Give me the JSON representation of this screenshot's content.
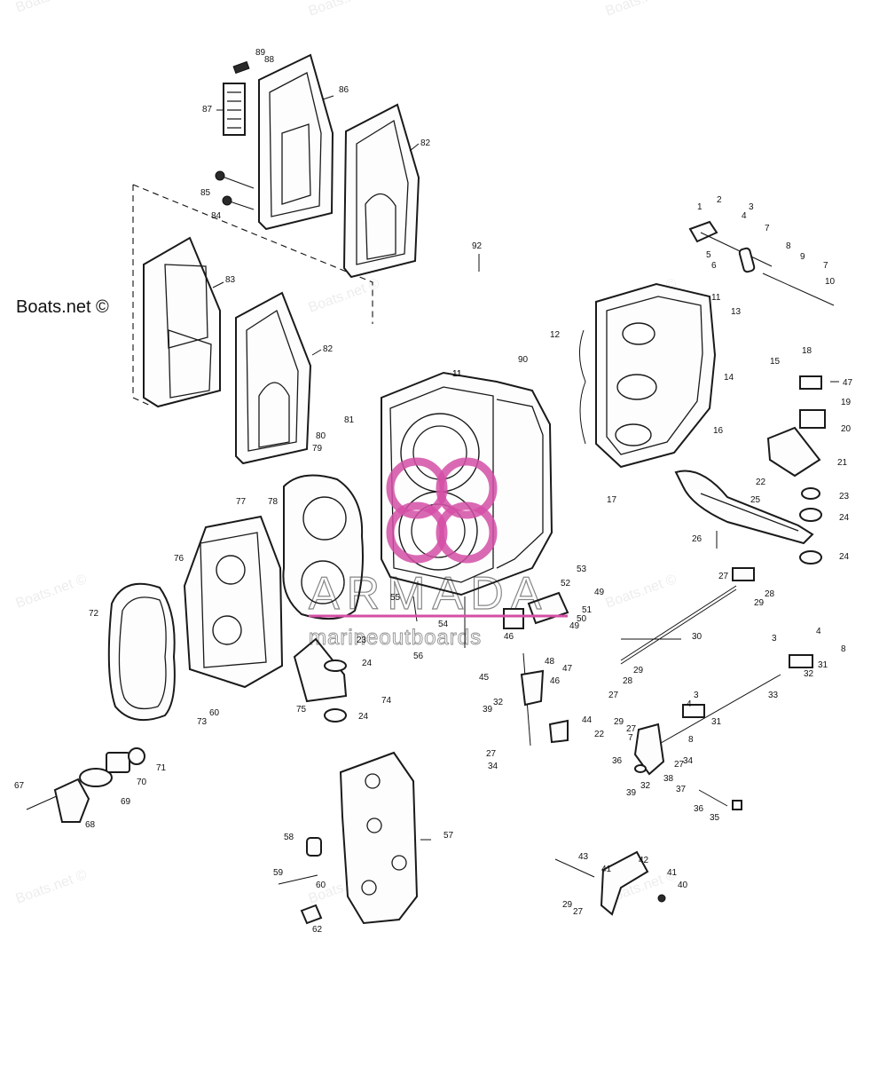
{
  "copyright": "Boats.net ©",
  "watermark": "Boats.net ©",
  "brand": {
    "name": "ARMADA",
    "tagline": "marineoutboards"
  },
  "colors": {
    "line": "#1a1a1a",
    "logo_pink": "#d44fa6",
    "background": "#ffffff"
  },
  "callouts": [
    {
      "id": "p1",
      "label": "1"
    },
    {
      "id": "p2",
      "label": "2"
    },
    {
      "id": "p3",
      "label": "3"
    },
    {
      "id": "p4",
      "label": "4"
    },
    {
      "id": "p5",
      "label": "5"
    },
    {
      "id": "p6",
      "label": "6"
    },
    {
      "id": "p7a",
      "label": "7"
    },
    {
      "id": "p7b",
      "label": "7"
    },
    {
      "id": "p8",
      "label": "8"
    },
    {
      "id": "p9",
      "label": "9"
    },
    {
      "id": "p10",
      "label": "10"
    },
    {
      "id": "p11a",
      "label": "11"
    },
    {
      "id": "p11b",
      "label": "11"
    },
    {
      "id": "p12",
      "label": "12"
    },
    {
      "id": "p13",
      "label": "13"
    },
    {
      "id": "p14",
      "label": "14"
    },
    {
      "id": "p15",
      "label": "15"
    },
    {
      "id": "p16",
      "label": "16"
    },
    {
      "id": "p17",
      "label": "17"
    },
    {
      "id": "p18",
      "label": "18"
    },
    {
      "id": "p19",
      "label": "19"
    },
    {
      "id": "p20",
      "label": "20"
    },
    {
      "id": "p21",
      "label": "21"
    },
    {
      "id": "p22a",
      "label": "22"
    },
    {
      "id": "p23a",
      "label": "23"
    },
    {
      "id": "p24a",
      "label": "24"
    },
    {
      "id": "p25",
      "label": "25"
    },
    {
      "id": "p26",
      "label": "26"
    },
    {
      "id": "p24b",
      "label": "24"
    },
    {
      "id": "p27a",
      "label": "27"
    },
    {
      "id": "p28a",
      "label": "28"
    },
    {
      "id": "p29a",
      "label": "29"
    },
    {
      "id": "p30",
      "label": "30"
    },
    {
      "id": "p29b",
      "label": "29"
    },
    {
      "id": "p28b",
      "label": "28"
    },
    {
      "id": "p27b",
      "label": "27"
    },
    {
      "id": "p3b",
      "label": "3"
    },
    {
      "id": "p4b",
      "label": "4"
    },
    {
      "id": "p31a",
      "label": "31"
    },
    {
      "id": "p32a",
      "label": "32"
    },
    {
      "id": "p8b",
      "label": "8"
    },
    {
      "id": "p33",
      "label": "33"
    },
    {
      "id": "p3c",
      "label": "3"
    },
    {
      "id": "p4c",
      "label": "4"
    },
    {
      "id": "p31b",
      "label": "31"
    },
    {
      "id": "p29c",
      "label": "29"
    },
    {
      "id": "p27c",
      "label": "27"
    },
    {
      "id": "p7c",
      "label": "7"
    },
    {
      "id": "p8c",
      "label": "8"
    },
    {
      "id": "p36a",
      "label": "36"
    },
    {
      "id": "p27d",
      "label": "27"
    },
    {
      "id": "p34a",
      "label": "34"
    },
    {
      "id": "p38",
      "label": "38"
    },
    {
      "id": "p39a",
      "label": "39"
    },
    {
      "id": "p32b",
      "label": "32"
    },
    {
      "id": "p37",
      "label": "37"
    },
    {
      "id": "p36b",
      "label": "36"
    },
    {
      "id": "p35",
      "label": "35"
    },
    {
      "id": "p43",
      "label": "43"
    },
    {
      "id": "p42",
      "label": "42"
    },
    {
      "id": "p41a",
      "label": "41"
    },
    {
      "id": "p41b",
      "label": "41"
    },
    {
      "id": "p40",
      "label": "40"
    },
    {
      "id": "p29d",
      "label": "29"
    },
    {
      "id": "p27e",
      "label": "27"
    },
    {
      "id": "p53",
      "label": "53"
    },
    {
      "id": "p52",
      "label": "52"
    },
    {
      "id": "p49a",
      "label": "49"
    },
    {
      "id": "p50",
      "label": "50"
    },
    {
      "id": "p51",
      "label": "51"
    },
    {
      "id": "p49b",
      "label": "49"
    },
    {
      "id": "p48",
      "label": "48"
    },
    {
      "id": "p47",
      "label": "47"
    },
    {
      "id": "p46a",
      "label": "46"
    },
    {
      "id": "p46b",
      "label": "46"
    },
    {
      "id": "p45",
      "label": "45"
    },
    {
      "id": "p32c",
      "label": "32"
    },
    {
      "id": "p39b",
      "label": "39"
    },
    {
      "id": "p44",
      "label": "44"
    },
    {
      "id": "p22b",
      "label": "22"
    },
    {
      "id": "p27f",
      "label": "27"
    },
    {
      "id": "p34b",
      "label": "34"
    },
    {
      "id": "p55",
      "label": "55"
    },
    {
      "id": "p54",
      "label": "54"
    },
    {
      "id": "p56",
      "label": "56"
    },
    {
      "id": "p23b",
      "label": "23"
    },
    {
      "id": "p24c",
      "label": "24"
    },
    {
      "id": "p75",
      "label": "75"
    },
    {
      "id": "p74",
      "label": "74"
    },
    {
      "id": "p24d",
      "label": "24"
    },
    {
      "id": "p77",
      "label": "77"
    },
    {
      "id": "p78",
      "label": "78"
    },
    {
      "id": "p76",
      "label": "76"
    },
    {
      "id": "p72",
      "label": "72"
    },
    {
      "id": "p73",
      "label": "73"
    },
    {
      "id": "p60a",
      "label": "60"
    },
    {
      "id": "p67",
      "label": "67"
    },
    {
      "id": "p68",
      "label": "68"
    },
    {
      "id": "p69",
      "label": "69"
    },
    {
      "id": "p70",
      "label": "70"
    },
    {
      "id": "p71",
      "label": "71"
    },
    {
      "id": "p58",
      "label": "58"
    },
    {
      "id": "p57",
      "label": "57"
    },
    {
      "id": "p59",
      "label": "59"
    },
    {
      "id": "p60b",
      "label": "60"
    },
    {
      "id": "p62",
      "label": "62"
    },
    {
      "id": "p89",
      "label": "89"
    },
    {
      "id": "p88",
      "label": "88"
    },
    {
      "id": "p87",
      "label": "87"
    },
    {
      "id": "p86",
      "label": "86"
    },
    {
      "id": "p82a",
      "label": "82"
    },
    {
      "id": "p85",
      "label": "85"
    },
    {
      "id": "p84",
      "label": "84"
    },
    {
      "id": "p83",
      "label": "83"
    },
    {
      "id": "p82b",
      "label": "82"
    },
    {
      "id": "p92",
      "label": "92"
    },
    {
      "id": "p90",
      "label": "90"
    },
    {
      "id": "p81",
      "label": "81"
    },
    {
      "id": "p80",
      "label": "80"
    },
    {
      "id": "p79",
      "label": "79"
    },
    {
      "id": "p11c",
      "label": "11"
    },
    {
      "id": "p47b",
      "label": "47"
    }
  ]
}
